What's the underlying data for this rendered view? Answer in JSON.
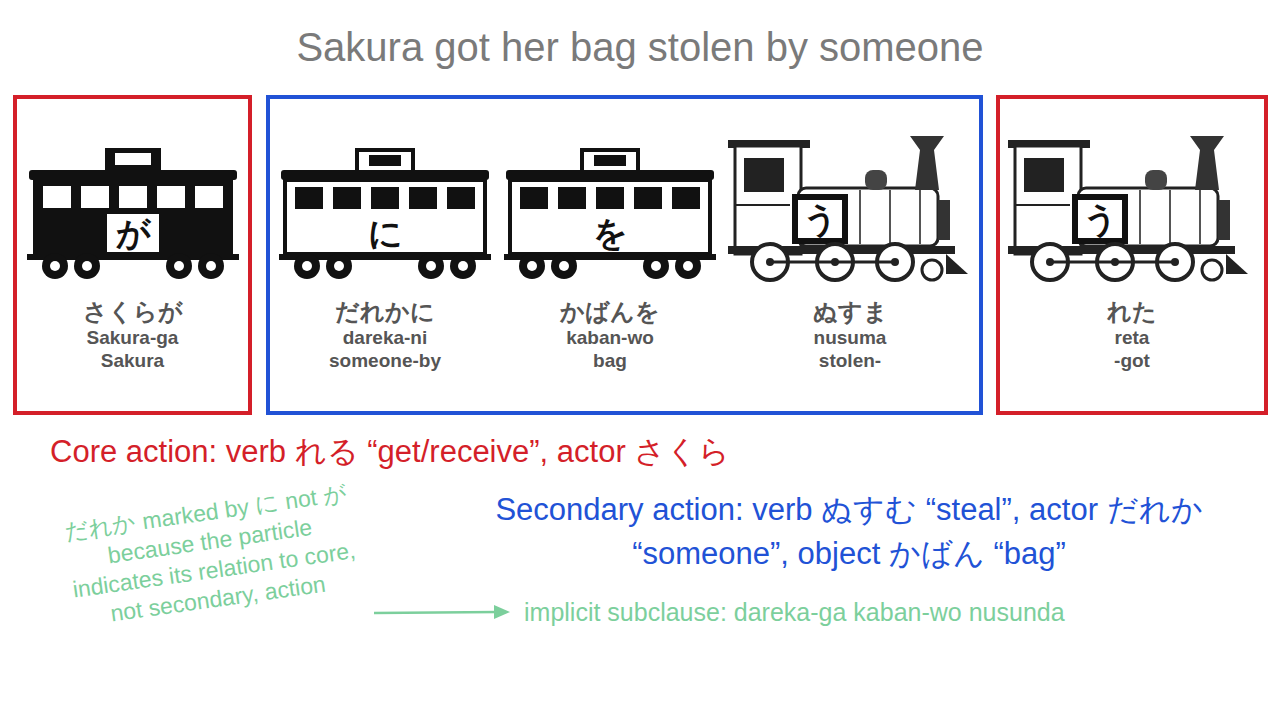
{
  "diagram": {
    "title": "Sakura got her bag stolen by someone",
    "nodes": [
      {
        "text": [
          "が",
          "さくらが",
          "Sakura-ga",
          "Sakura"
        ]
      },
      {
        "text": []
      },
      {
        "text": [
          "に",
          "だれかに",
          "dareka-ni",
          "someone-by"
        ],
        "in": 1
      },
      {
        "text": [
          "を",
          "かばんを",
          "kaban-wo",
          "bag"
        ],
        "in": 1
      },
      {
        "text": [
          "う",
          "ぬすま",
          "nusuma",
          "stolen-"
        ],
        "in": 1
      },
      {
        "text": [
          "う",
          "れた",
          "reta",
          "-got"
        ]
      }
    ],
    "labels": [
      "Core action: verb れる “get/receive”, actor さくら",
      "Secondary action: verb ぬすむ “steal”, actor だれか “someone”, object かばん “bag”",
      "だれか marked by に not が because the particle indicates its relation to core, not secondary, action",
      "implicit subclause: dareka-ga kaban-wo nusunda"
    ]
  }
}
